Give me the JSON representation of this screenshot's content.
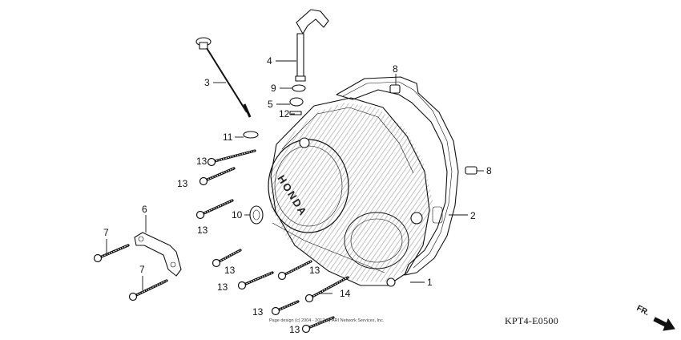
{
  "diagram": {
    "diagram_code": "KPT4-E0500",
    "copyright": "Page design (c) 2004 - 2017 by ARI Network Services, Inc.",
    "direction_label": "FR.",
    "cover_logo": "HONDA",
    "callouts": {
      "c1": "1",
      "c2": "2",
      "c3": "3",
      "c4": "4",
      "c5": "5",
      "c6": "6",
      "c7a": "7",
      "c7b": "7",
      "c8a": "8",
      "c8b": "8",
      "c9": "9",
      "c10": "10",
      "c11": "11",
      "c12": "12",
      "c13a": "13",
      "c13b": "13",
      "c13c": "13",
      "c13d": "13",
      "c13e": "13",
      "c13f": "13",
      "c13g": "13",
      "c13h": "13",
      "c14": "14"
    },
    "colors": {
      "ink": "#111111",
      "hatch": "#bfbfbf",
      "paper": "#ffffff"
    }
  }
}
